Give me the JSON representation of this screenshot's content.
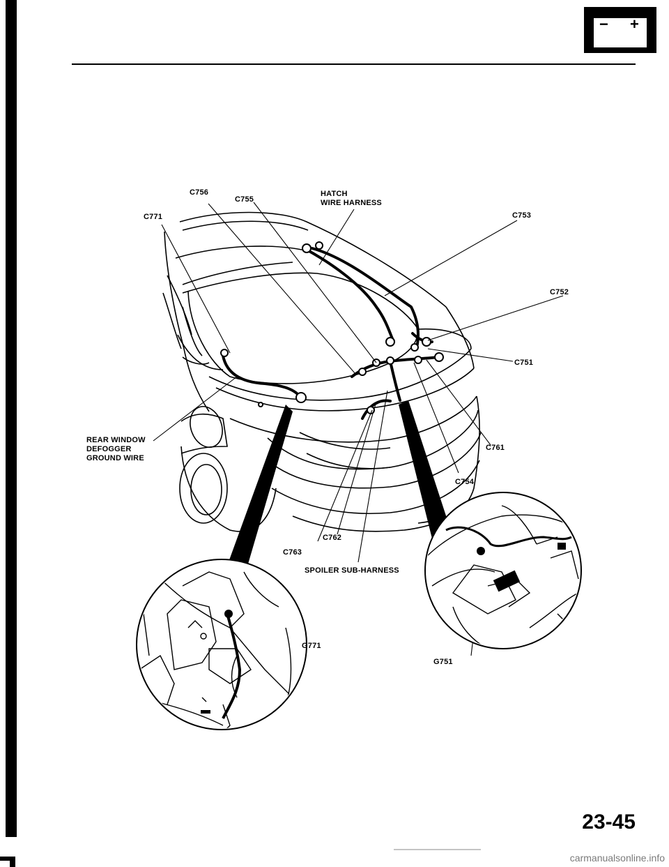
{
  "header": {
    "battery_icon": "battery-negative-positive-icon",
    "minus": "−",
    "plus": "+"
  },
  "labels": {
    "c756": "C756",
    "c755": "C755",
    "hatch_harness": "HATCH\nWIRE HARNESS",
    "c771": "C771",
    "c753": "C753",
    "c752": "C752",
    "c751": "C751",
    "rear_defogger": "REAR WINDOW\nDEFOGGER\nGROUND WIRE",
    "c761": "C761",
    "c754": "C754",
    "c763": "C763",
    "c762": "C762",
    "spoiler_harness": "SPOILER SUB-HARNESS",
    "g771": "G771",
    "g751": "G751"
  },
  "page_number": "23-45",
  "watermark": "carmanualsonline.info"
}
